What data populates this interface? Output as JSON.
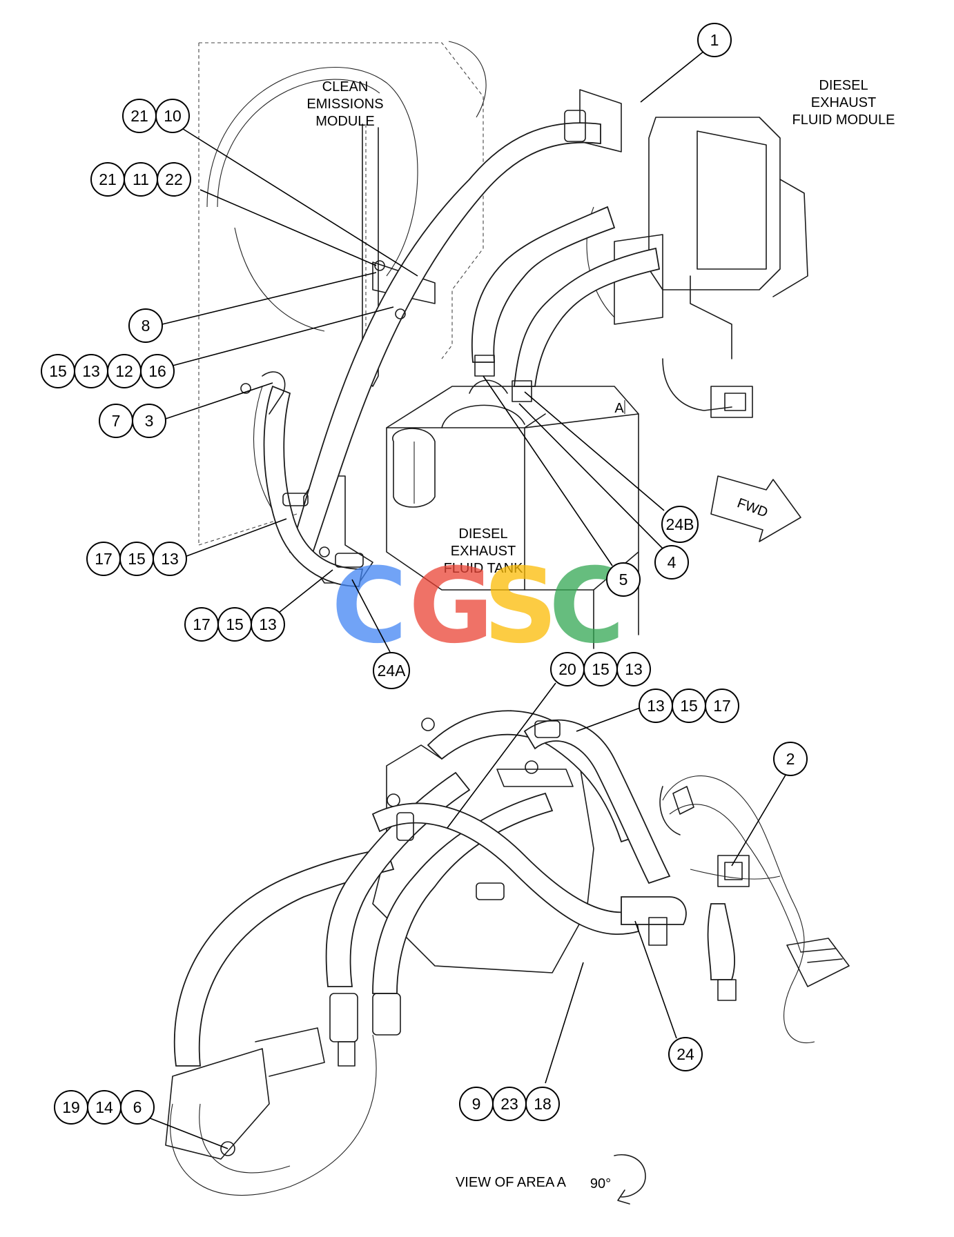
{
  "labels": {
    "clean_emissions_module": [
      "CLEAN",
      "EMISSIONS",
      "MODULE"
    ],
    "def_module": [
      "DIESEL",
      "EXHAUST",
      "FLUID MODULE"
    ],
    "def_tank": [
      "DIESEL",
      "EXHAUST",
      "FLUID TANK"
    ],
    "area_a": "A",
    "fwd": "FWD",
    "view_of_area": "VIEW OF AREA A",
    "rotation": "90°"
  },
  "watermark": {
    "letters": [
      "C",
      "G",
      "S",
      "C"
    ],
    "colors": [
      "#4285F4",
      "#EA4335",
      "#FBBC05",
      "#34A853"
    ]
  },
  "callouts": [
    {
      "id": "c1",
      "numbers": [
        "1"
      ]
    },
    {
      "id": "c2",
      "numbers": [
        "21",
        "10"
      ]
    },
    {
      "id": "c3",
      "numbers": [
        "21",
        "11",
        "22"
      ]
    },
    {
      "id": "c4",
      "numbers": [
        "8"
      ]
    },
    {
      "id": "c5",
      "numbers": [
        "15",
        "13",
        "12",
        "16"
      ]
    },
    {
      "id": "c6",
      "numbers": [
        "7",
        "3"
      ]
    },
    {
      "id": "c7",
      "numbers": [
        "17",
        "15",
        "13"
      ]
    },
    {
      "id": "c8",
      "numbers": [
        "17",
        "15",
        "13"
      ]
    },
    {
      "id": "c9",
      "numbers": [
        "24A"
      ]
    },
    {
      "id": "c10",
      "numbers": [
        "24B"
      ]
    },
    {
      "id": "c11",
      "numbers": [
        "4"
      ]
    },
    {
      "id": "c12",
      "numbers": [
        "5"
      ]
    },
    {
      "id": "c13",
      "numbers": [
        "20",
        "15",
        "13"
      ]
    },
    {
      "id": "c14",
      "numbers": [
        "13",
        "15",
        "17"
      ]
    },
    {
      "id": "c15",
      "numbers": [
        "2"
      ]
    },
    {
      "id": "c16",
      "numbers": [
        "24"
      ]
    },
    {
      "id": "c17",
      "numbers": [
        "9",
        "23",
        "18"
      ]
    },
    {
      "id": "c18",
      "numbers": [
        "19",
        "14",
        "6"
      ]
    }
  ]
}
